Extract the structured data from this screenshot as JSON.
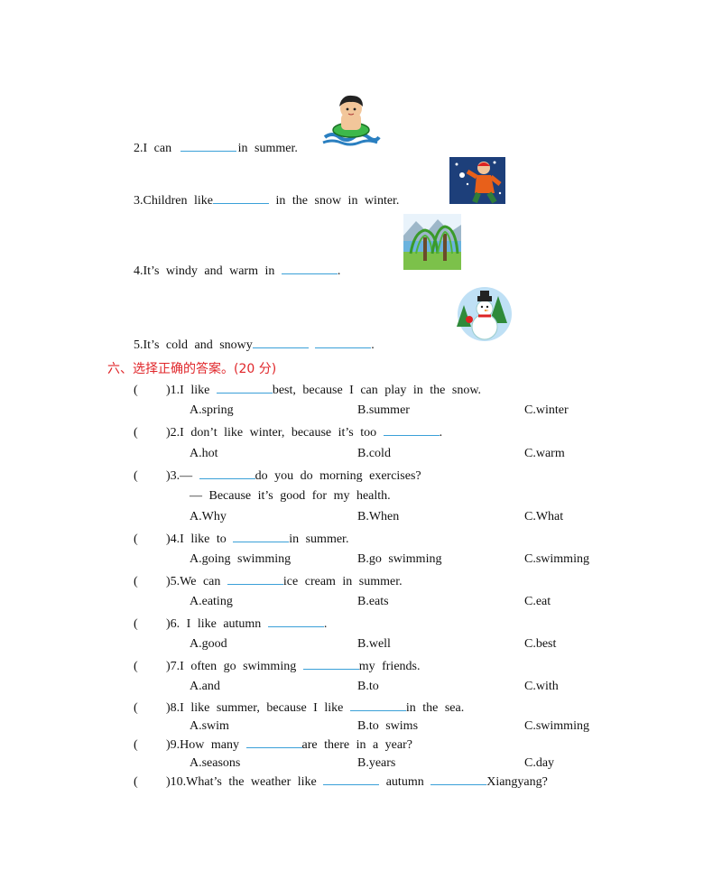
{
  "fill_in": [
    {
      "num": "2.I",
      "before": "can",
      "after": "in summer.",
      "pic": "swimming-kid-picture"
    },
    {
      "before": "3.Children like",
      "after": "in the snow in winter.",
      "pic": "snowball-kid-picture"
    },
    {
      "before": "4.It’s windy and warm in",
      "after": ".",
      "pic": "willow-trees-picture"
    },
    {
      "before": "5.It’s cold and snowy",
      "after": ".",
      "pic": "snowman-picture"
    }
  ],
  "section_title": "六、选择正确的答案。(20 分)",
  "paren_open": "(",
  "questions": [
    {
      "stem_before": ")1.I like",
      "stem_after": "best, because I can play in the snow.",
      "options": [
        "A.spring",
        "B.summer",
        "C.winter"
      ]
    },
    {
      "stem_before": ")2.I don’t like winter, because it’s too",
      "stem_after": ".",
      "options": [
        "A.hot",
        "B.cold",
        "C.warm"
      ]
    },
    {
      "stem_before": ")3.—",
      "stem_after": "do you do morning exercises?",
      "line2": "— Because it’s good for my health.",
      "options": [
        "A.Why",
        "B.When",
        "C.What"
      ]
    },
    {
      "stem_before": ")4.I like to",
      "stem_after": "in summer.",
      "options": [
        "A.going swimming",
        "B.go swimming",
        "C.swimming"
      ]
    },
    {
      "stem_before": ")5.We can",
      "stem_after": "ice cream in summer.",
      "options": [
        "A.eating",
        "B.eats",
        "C.eat"
      ]
    },
    {
      "stem_before": ")6. I like autumn",
      "stem_after": ".",
      "options": [
        "A.good",
        "B.well",
        "C.best"
      ]
    },
    {
      "stem_before": ")7.I often go swimming",
      "stem_after": "my friends.",
      "options": [
        "A.and",
        "B.to",
        "C.with"
      ]
    },
    {
      "stem_before": ")8.I like summer, because I like",
      "stem_after": "in the sea.",
      "options": [
        "A.swim",
        "B.to swims",
        "C.swimming"
      ]
    },
    {
      "stem_before": ")9.How many",
      "stem_after": "are there in a year?",
      "options": [
        "A.seasons",
        "B.years",
        "C.day"
      ]
    },
    {
      "stem_before": ")10.What’s the weather like",
      "stem_mid": "autumn",
      "stem_after": "Xiangyang?"
    }
  ]
}
